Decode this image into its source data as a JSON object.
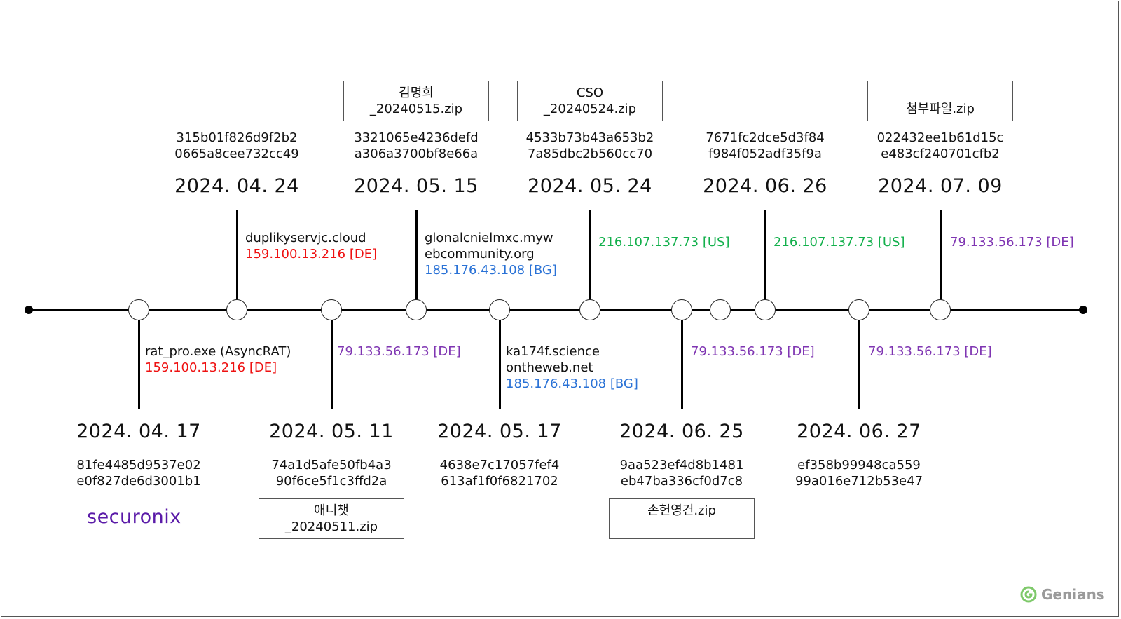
{
  "top_events": [
    {
      "date": "2024. 04. 24",
      "hash": [
        "315b01f826d9f2b2",
        "0665a8cee732cc49"
      ],
      "file": null,
      "annotation": [
        {
          "text": "duplikyservjc.cloud",
          "color": "#111111"
        },
        {
          "text": "159.100.13.216 [DE]",
          "color": "#ee1111"
        }
      ]
    },
    {
      "date": "2024. 05. 15",
      "hash": [
        "3321065e4236defd",
        "a306a3700bf8e66a"
      ],
      "file": [
        "김명희",
        "_20240515.zip"
      ],
      "annotation": [
        {
          "text": "glonalcnielmxc.myw",
          "color": "#111111"
        },
        {
          "text": "ebcommunity.org",
          "color": "#111111"
        },
        {
          "text": "185.176.43.108 [BG]",
          "color": "#2a72d6"
        }
      ]
    },
    {
      "date": "2024. 05. 24",
      "hash": [
        "4533b73b43a653b2",
        "7a85dbc2b560cc70"
      ],
      "file": [
        "CSO",
        "_20240524.zip"
      ],
      "annotation": [
        {
          "text": "216.107.137.73 [US]",
          "color": "#13b04c"
        }
      ]
    },
    {
      "date": "2024. 06. 26",
      "hash": [
        "7671fc2dce5d3f84",
        "f984f052adf35f9a"
      ],
      "file": null,
      "annotation": [
        {
          "text": "216.107.137.73 [US]",
          "color": "#13b04c"
        }
      ]
    },
    {
      "date": "2024. 07. 09",
      "hash": [
        "022432ee1b61d15c",
        "e483cf240701cfb2"
      ],
      "file": [
        "",
        "첨부파일.zip"
      ],
      "annotation": [
        {
          "text": "79.133.56.173 [DE]",
          "color": "#7f35b2"
        }
      ]
    }
  ],
  "bottom_events": [
    {
      "date": "2024. 04. 17",
      "hash": [
        "81fe4485d9537e02",
        "e0f827de6d3001b1"
      ],
      "file": null,
      "annotation": [
        {
          "text": "rat_pro.exe (AsyncRAT)",
          "color": "#111111"
        },
        {
          "text": "159.100.13.216 [DE]",
          "color": "#ee1111"
        }
      ]
    },
    {
      "date": "2024. 05. 11",
      "hash": [
        "74a1d5afe50fb4a3",
        "90f6ce5f1c3ffd2a"
      ],
      "file": [
        "애니챗",
        "_20240511.zip"
      ],
      "annotation": [
        {
          "text": "79.133.56.173 [DE]",
          "color": "#7f35b2"
        }
      ]
    },
    {
      "date": "2024. 05. 17",
      "hash": [
        "4638e7c17057fef4",
        "613af1f0f6821702"
      ],
      "file": null,
      "annotation": [
        {
          "text": "ka174f.science",
          "color": "#111111"
        },
        {
          "text": "ontheweb.net",
          "color": "#111111"
        },
        {
          "text": "185.176.43.108 [BG]",
          "color": "#2a72d6"
        }
      ]
    },
    {
      "date": "2024. 06. 25",
      "hash": [
        "9aa523ef4d8b1481",
        "eb47ba336cf0d7c8"
      ],
      "file": [
        "손헌영건.zip",
        ""
      ],
      "annotation": [
        {
          "text": "79.133.56.173 [DE]",
          "color": "#7f35b2"
        }
      ]
    },
    {
      "date": "2024. 06. 27",
      "hash": [
        "ef358b99948ca559",
        "99a016e712b53e47"
      ],
      "file": null,
      "annotation": [
        {
          "text": "79.133.56.173 [DE]",
          "color": "#7f35b2"
        }
      ]
    }
  ],
  "logos": {
    "securonix": "securonix",
    "genians": "Genians"
  },
  "colors": {
    "axis": "#000000",
    "red": "#ee1111",
    "blue": "#2a72d6",
    "green": "#13b04c",
    "purple": "#7f35b2",
    "securonix": "#5a1aa8"
  }
}
